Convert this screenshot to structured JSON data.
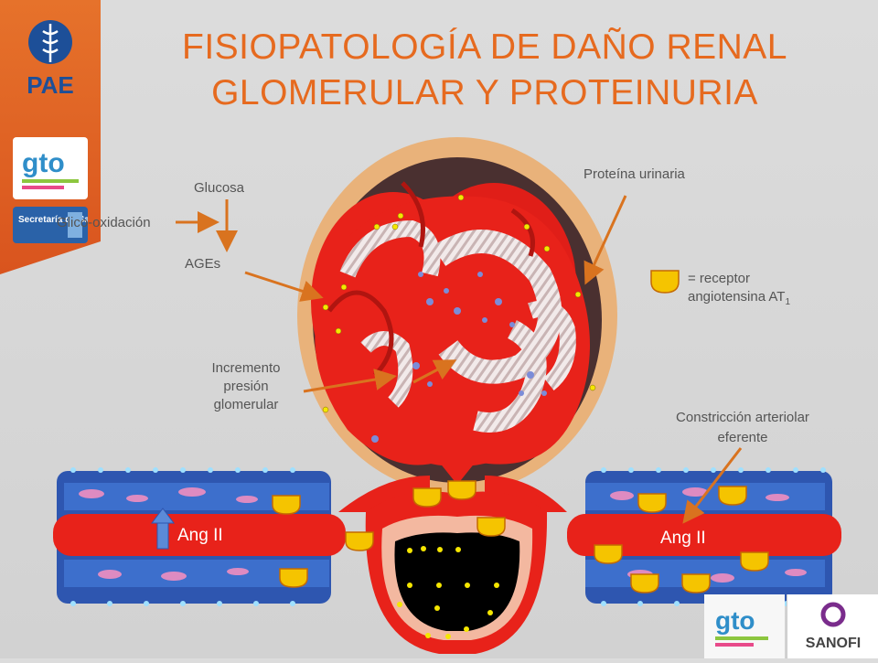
{
  "title": {
    "line1": "FISIOPATOLOGÍA DE DAÑO RENAL",
    "line2": "GLOMERULAR Y PROTEINURIA"
  },
  "labels": {
    "glucosa": "Glucosa",
    "glico_oxidacion": "Glico-oxidación",
    "ages": "AGEs",
    "proteina_urinaria": "Proteína urinaria",
    "receptor_line1": "= receptor",
    "receptor_line2": "angiotensina AT",
    "receptor_subscript": "1",
    "incremento_line1": "Incremento",
    "incremento_line2": "presión",
    "incremento_line3": "glomerular",
    "constriccion_line1": "Constricción arteriolar",
    "constriccion_line2": "eferente",
    "ang_left": "Ang II",
    "ang_right": "Ang II"
  },
  "logos": {
    "pae": "PAE",
    "gto": "gto",
    "secretaria": "Secretaría de Salud",
    "sanofi": "SANOFI"
  },
  "colors": {
    "title": "#e66a1f",
    "arrow": "#d9731f",
    "vessel_red": "#e8221a",
    "receptor_yellow": "#f5c400",
    "capsule": "#e9b27a"
  }
}
